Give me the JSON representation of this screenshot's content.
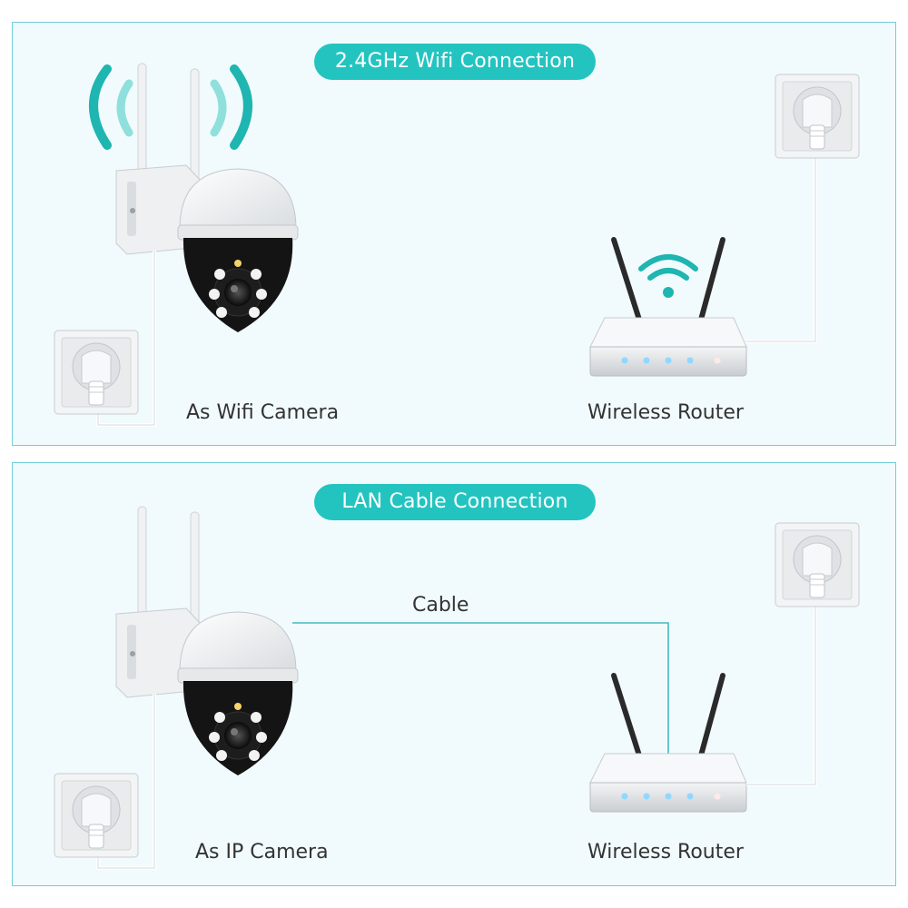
{
  "panels": {
    "wifi": {
      "title": "2.4GHz Wifi Connection",
      "camera_label": "As Wifi Camera",
      "router_label": "Wireless Router"
    },
    "lan": {
      "title": "LAN Cable Connection",
      "cable_label": "Cable",
      "camera_label": "As IP Camera",
      "router_label": "Wireless Router"
    }
  },
  "colors": {
    "accent": "#23c4c0",
    "panel_border": "#6fcfd8",
    "panel_bg": "#f1fbfd",
    "wifi_signal": "#1fb5b0"
  },
  "icons": [
    "camera-icon",
    "router-icon",
    "power-outlet-icon",
    "wifi-signal-icon"
  ]
}
